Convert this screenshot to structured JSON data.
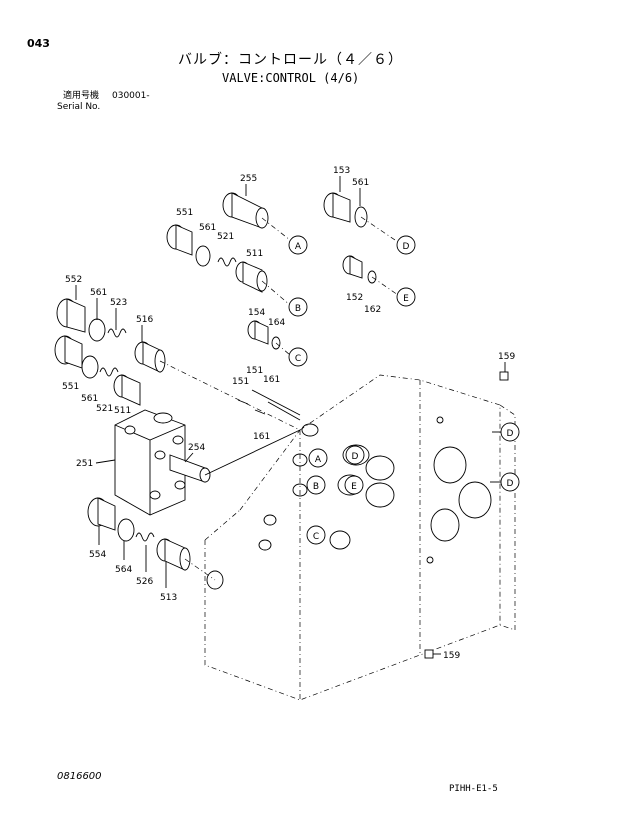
{
  "header": {
    "page_number": "043",
    "title_jp": "バルブ：コントロール（４／６）",
    "title_en": "VALVE:CONTROL (4/6)",
    "serial_label_jp": "適用号機",
    "serial_label_en": "Serial No.",
    "serial_value": "030001-"
  },
  "footer": {
    "drawing_number": "0816600",
    "page_code": "PIHH-E1-5"
  },
  "part_labels": {
    "p255": "255",
    "p551a": "551",
    "p561a": "561",
    "p521a": "521",
    "p511a": "511",
    "p153": "153",
    "p561b": "561",
    "p152": "152",
    "p162": "162",
    "p552": "552",
    "p561c": "561",
    "p523": "523",
    "p516": "516",
    "p154": "154",
    "p164": "164",
    "p551b": "551",
    "p561d": "561",
    "p521b": "521",
    "p511b": "511",
    "p151a": "151",
    "p151b": "151",
    "p161a": "161",
    "p161b": "161",
    "p159a": "159",
    "p159b": "159",
    "p254": "254",
    "p251": "251",
    "p554": "554",
    "p564": "564",
    "p526": "526",
    "p513": "513"
  },
  "ref_letters": {
    "a": "A",
    "b": "B",
    "c": "C",
    "d": "D",
    "e": "E"
  }
}
